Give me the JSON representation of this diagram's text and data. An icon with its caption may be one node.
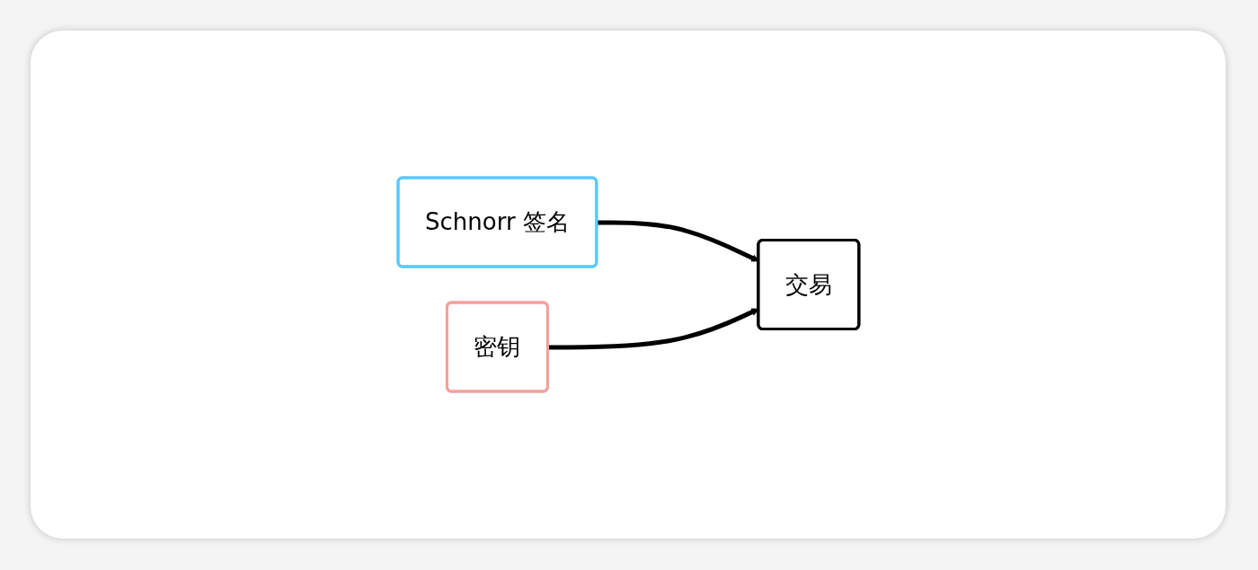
{
  "diagram": {
    "nodes": [
      {
        "text": [
          "Schnorr 签名"
        ]
      },
      {
        "text": [
          "密钥"
        ]
      },
      {
        "text": [
          "交易"
        ]
      }
    ],
    "edges": [
      {
        "from": 0,
        "to": 2,
        "arrow": "to"
      },
      {
        "from": 1,
        "to": 2,
        "arrow": "to"
      }
    ]
  }
}
